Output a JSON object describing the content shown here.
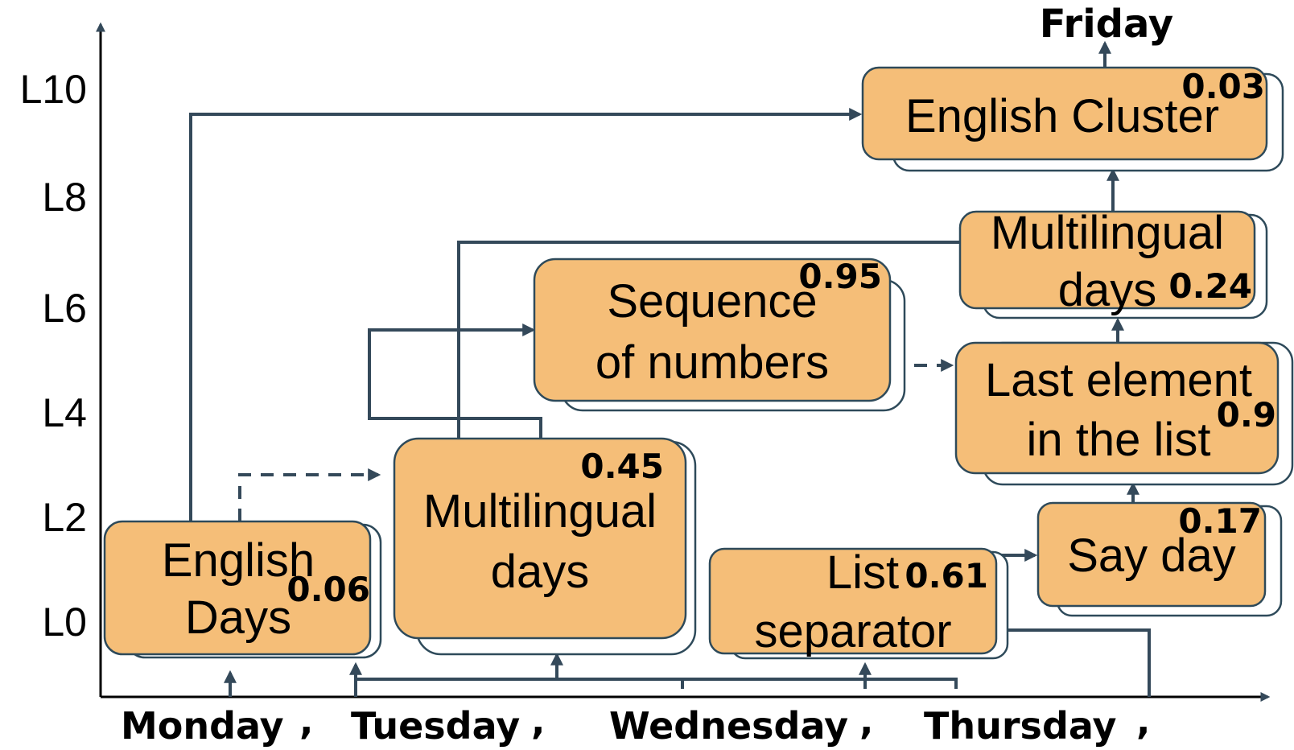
{
  "colors": {
    "node_fill": "#F5BE78",
    "node_border": "#2E4A5A",
    "edge": "#34495A",
    "text": "#000000"
  },
  "y_axis": {
    "labels": [
      "L10",
      "L8",
      "L6",
      "L4",
      "L2",
      "L0"
    ]
  },
  "x_axis": {
    "tokens": [
      "Monday",
      ",",
      "Tuesday",
      ",",
      "Wednesday",
      ",",
      "Thursday",
      ","
    ]
  },
  "output": {
    "label": "Friday"
  },
  "nodes": {
    "english_days": {
      "line1": "English",
      "line2": "Days",
      "score": "0.06"
    },
    "multilingual_days_low": {
      "line1": "Multilingual",
      "line2": "days",
      "score": "0.45"
    },
    "list_separator": {
      "line1": "List",
      "line2": "separator",
      "score": "0.61"
    },
    "say_day": {
      "line1": "Say day",
      "score": "0.17"
    },
    "sequence_of_numbers": {
      "line1": "Sequence",
      "line2": "of numbers",
      "score": "0.95"
    },
    "last_element": {
      "line1": "Last element",
      "line2": "in the list",
      "score": "0.9"
    },
    "multilingual_days_high": {
      "line1": "Multilingual",
      "line2": "days",
      "score": "0.24"
    },
    "english_cluster": {
      "line1": "English Cluster",
      "score": "0.03"
    }
  }
}
